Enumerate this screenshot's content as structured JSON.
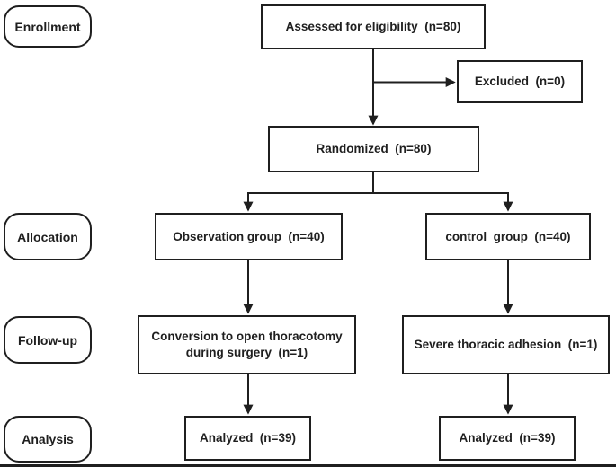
{
  "diagram": {
    "stages": [
      {
        "label": "Enrollment"
      },
      {
        "label": "Allocation"
      },
      {
        "label": "Follow-up"
      },
      {
        "label": "Analysis"
      }
    ],
    "nodes": [
      {
        "id": "assessed",
        "text": "Assessed for eligibility  (n=80)"
      },
      {
        "id": "excluded",
        "text": "Excluded  (n=0)"
      },
      {
        "id": "randomized",
        "text": "Randomized  (n=80)"
      },
      {
        "id": "observation",
        "text": "Observation group  (n=40)"
      },
      {
        "id": "control",
        "text": "control  group  (n=40)"
      },
      {
        "id": "conversion",
        "text": "Conversion to open thoracotomy\nduring surgery  (n=1)"
      },
      {
        "id": "severe",
        "text": "Severe thoracic adhesion  (n=1)"
      },
      {
        "id": "analyzed_obs",
        "text": "Analyzed  (n=39)"
      },
      {
        "id": "analyzed_ctrl",
        "text": "Analyzed  (n=39)"
      }
    ]
  },
  "colors": {
    "ink": "#1f1f1f",
    "paper": "#ffffff"
  }
}
